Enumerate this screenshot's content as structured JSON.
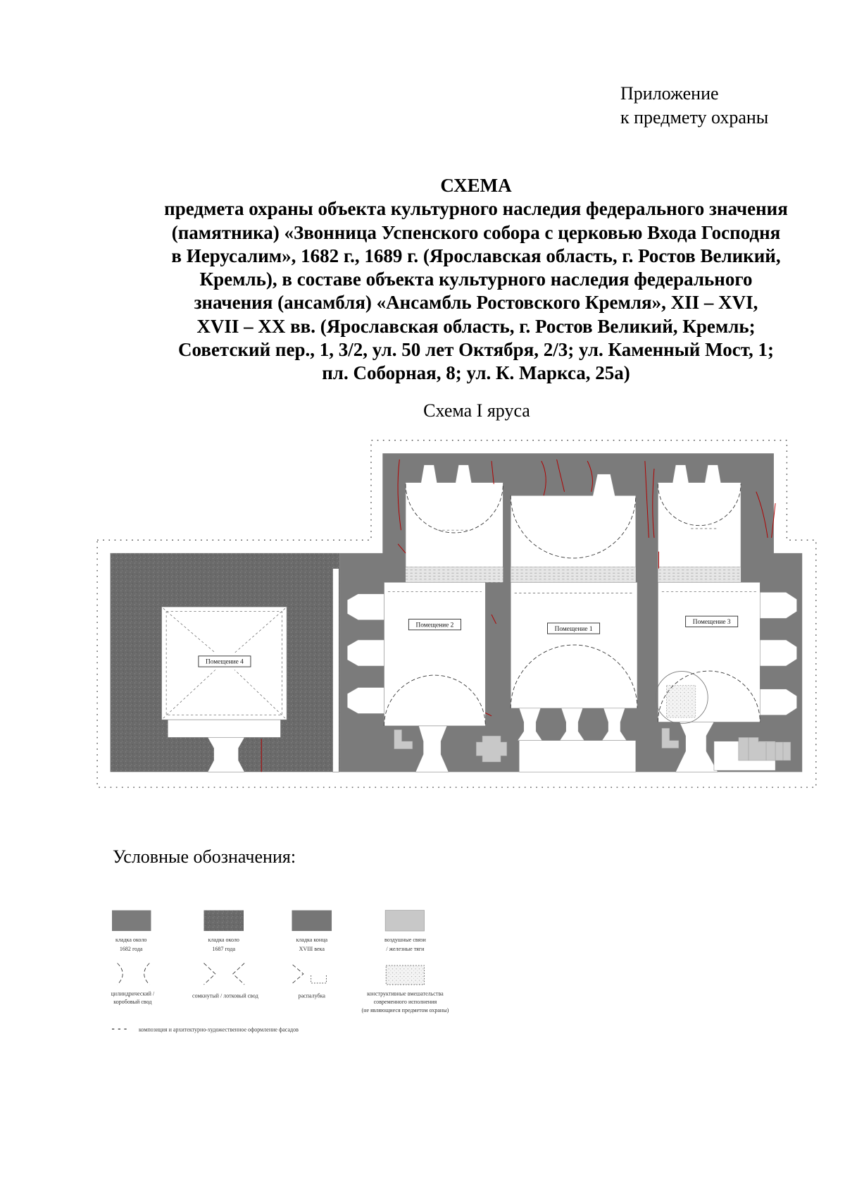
{
  "header": {
    "lines": [
      "Приложение",
      "к предмету охраны"
    ]
  },
  "title": {
    "heading": "СХЕМА",
    "lines": [
      "предмета охраны объекта культурного наследия федерального значения",
      "(памятника) «Звонница Успенского собора с церковью Входа Господня",
      "в Иерусалим», 1682 г., 1689 г. (Ярославская область, г. Ростов Великий,",
      "Кремль), в составе объекта культурного наследия федерального",
      "значения (ансамбля) «Ансамбль Ростовского Кремля», XII – XVI,",
      "XVII – XX вв. (Ярославская область, г. Ростов Великий, Кремль;",
      "Советский пер., 1, 3/2, ул. 50 лет Октября, 2/3; ул. Каменный Мост, 1;",
      "пл. Соборная, 8; ул. К. Маркса, 25а)"
    ]
  },
  "scheme_caption": "Схема I яруса",
  "plan": {
    "rooms": {
      "room1": "Помещение 1",
      "room2": "Помещение 2",
      "room3": "Помещение 3",
      "room4": "Помещение 4"
    }
  },
  "legend": {
    "title": "Условные обозначения:",
    "items": [
      {
        "symbol": "masonry-1682-swatch",
        "lines": [
          "кладка около",
          "1682 года"
        ]
      },
      {
        "symbol": "masonry-1687-swatch",
        "lines": [
          "кладка около",
          "1687 года"
        ]
      },
      {
        "symbol": "masonry-18c-swatch",
        "lines": [
          "кладка конца",
          "XVIII века"
        ]
      },
      {
        "symbol": "iron-ties-swatch",
        "lines": [
          "воздушные связи",
          "/ железные тяги"
        ]
      },
      {
        "symbol": "cylindrical-vault-icon",
        "lines": [
          "цилиндрический /",
          "коробовый свод"
        ]
      },
      {
        "symbol": "cloister-vault-icon",
        "lines": [
          "сомкнутый / лотковый свод"
        ]
      },
      {
        "symbol": "lunette-icon",
        "lines": [
          "распалубка"
        ]
      },
      {
        "symbol": "modern-intervention-swatch",
        "lines": [
          "конструктивные вмешательства",
          "современного исполнения",
          "(не являющиеся предметом охраны)"
        ]
      }
    ],
    "facade_item": "композиция и архитектурно-художественное оформление фасадов"
  },
  "colors": {
    "wall": "#7b7b7b",
    "wall18": "#767676",
    "tie": "#c8c8c8",
    "crack": "#b00000"
  }
}
